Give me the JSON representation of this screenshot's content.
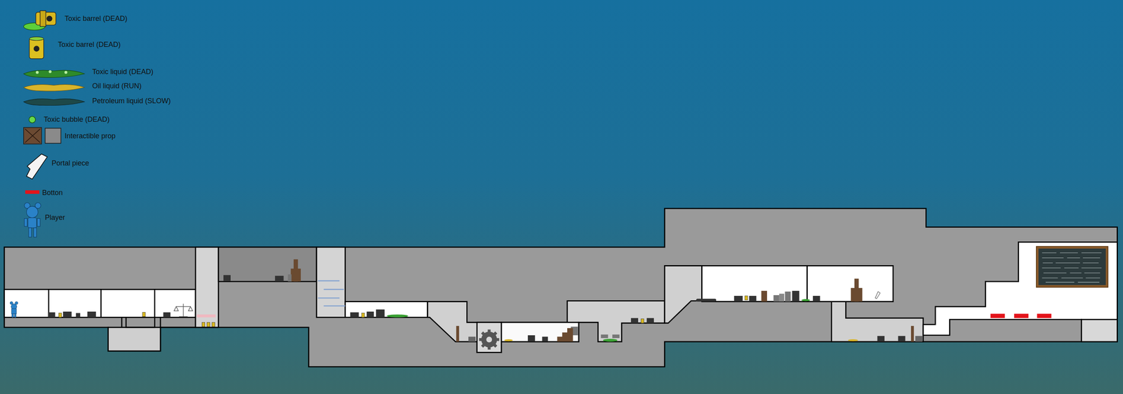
{
  "diagram": {
    "legend": [
      {
        "text": "Toxic barrel (DEAD)"
      },
      {
        "text": "Toxic barrel (DEAD)"
      },
      {
        "text": "Toxic liquid (DEAD)"
      },
      {
        "text": "Oil liquid (RUN)"
      },
      {
        "text": "Petroleum liquid (SLOW)"
      },
      {
        "text": "Toxic bubble (DEAD)"
      },
      {
        "text": "Interactible prop"
      },
      {
        "text": "Portal piece"
      },
      {
        "text": "Botton",
        "color": "#e3141b"
      },
      {
        "text": "Player"
      }
    ]
  }
}
